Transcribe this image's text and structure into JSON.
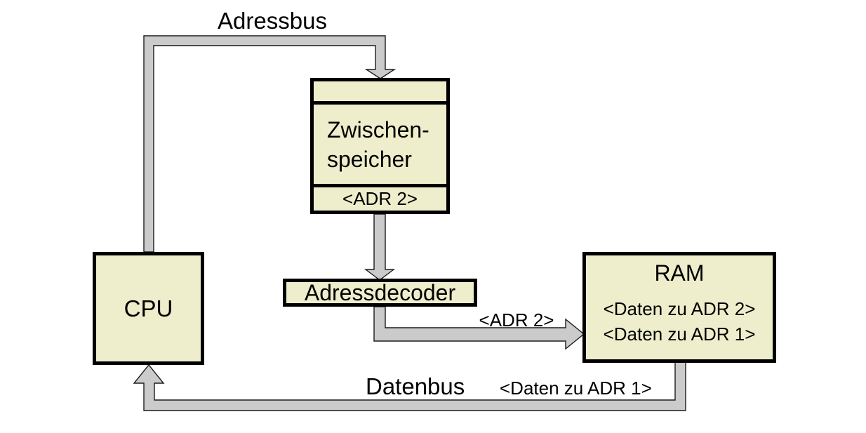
{
  "diagram": {
    "bus_labels": {
      "adressbus": "Adressbus",
      "datenbus": "Datenbus",
      "adr2": "<ADR 2>",
      "daten_zu_adr1": "<Daten zu ADR 1>"
    },
    "boxes": {
      "cpu": {
        "title": "CPU"
      },
      "zwischenspeicher": {
        "title_line1": "Zwischen-",
        "title_line2": "speicher",
        "stored_value": "<ADR 2>"
      },
      "adressdecoder": {
        "title": "Adressdecoder"
      },
      "ram": {
        "title": "RAM",
        "entry1": "<Daten zu ADR 2>",
        "entry2": "<Daten zu ADR 1>"
      }
    },
    "colors": {
      "background": "#ffffff",
      "box-fill": "#eeeecc",
      "box-border": "#000000",
      "bus-fill": "#cbcbcb",
      "bus-stroke": "#1c1c1c",
      "text": "#000000"
    }
  }
}
